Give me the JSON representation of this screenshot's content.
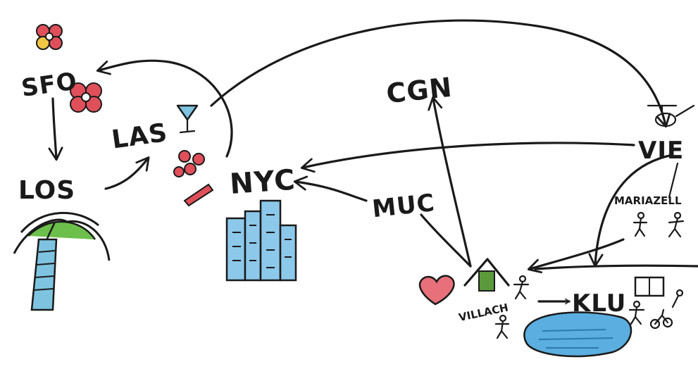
{
  "cities": {
    "sfo": "SFO",
    "los": "LOS",
    "las": "LAS",
    "nyc": "NYC",
    "cgn": "CGN",
    "muc": "MUC",
    "vie": "VIE",
    "villach": "VILLACH",
    "klu": "KLU",
    "mariazell": "MARIAZELL"
  },
  "colors": {
    "ink": "#1a1a1a",
    "flower_red": "#e0505a",
    "flower_yellow": "#f2c744",
    "palm_green": "#6cbf4a",
    "palm_trunk": "#7ec4e0",
    "building_blue": "#8cc8ea",
    "heart": "#e8707a",
    "lake_blue": "#5aaee0",
    "house_green": "#5a9a3a"
  },
  "icons": [
    "flower-icon",
    "palm-tree-icon",
    "cocktail-icon",
    "casino-chips-icon",
    "skyscraper-icon",
    "heart-icon",
    "house-icon",
    "lake-icon",
    "hiker-icon",
    "bicycle-icon",
    "sign-icon"
  ]
}
